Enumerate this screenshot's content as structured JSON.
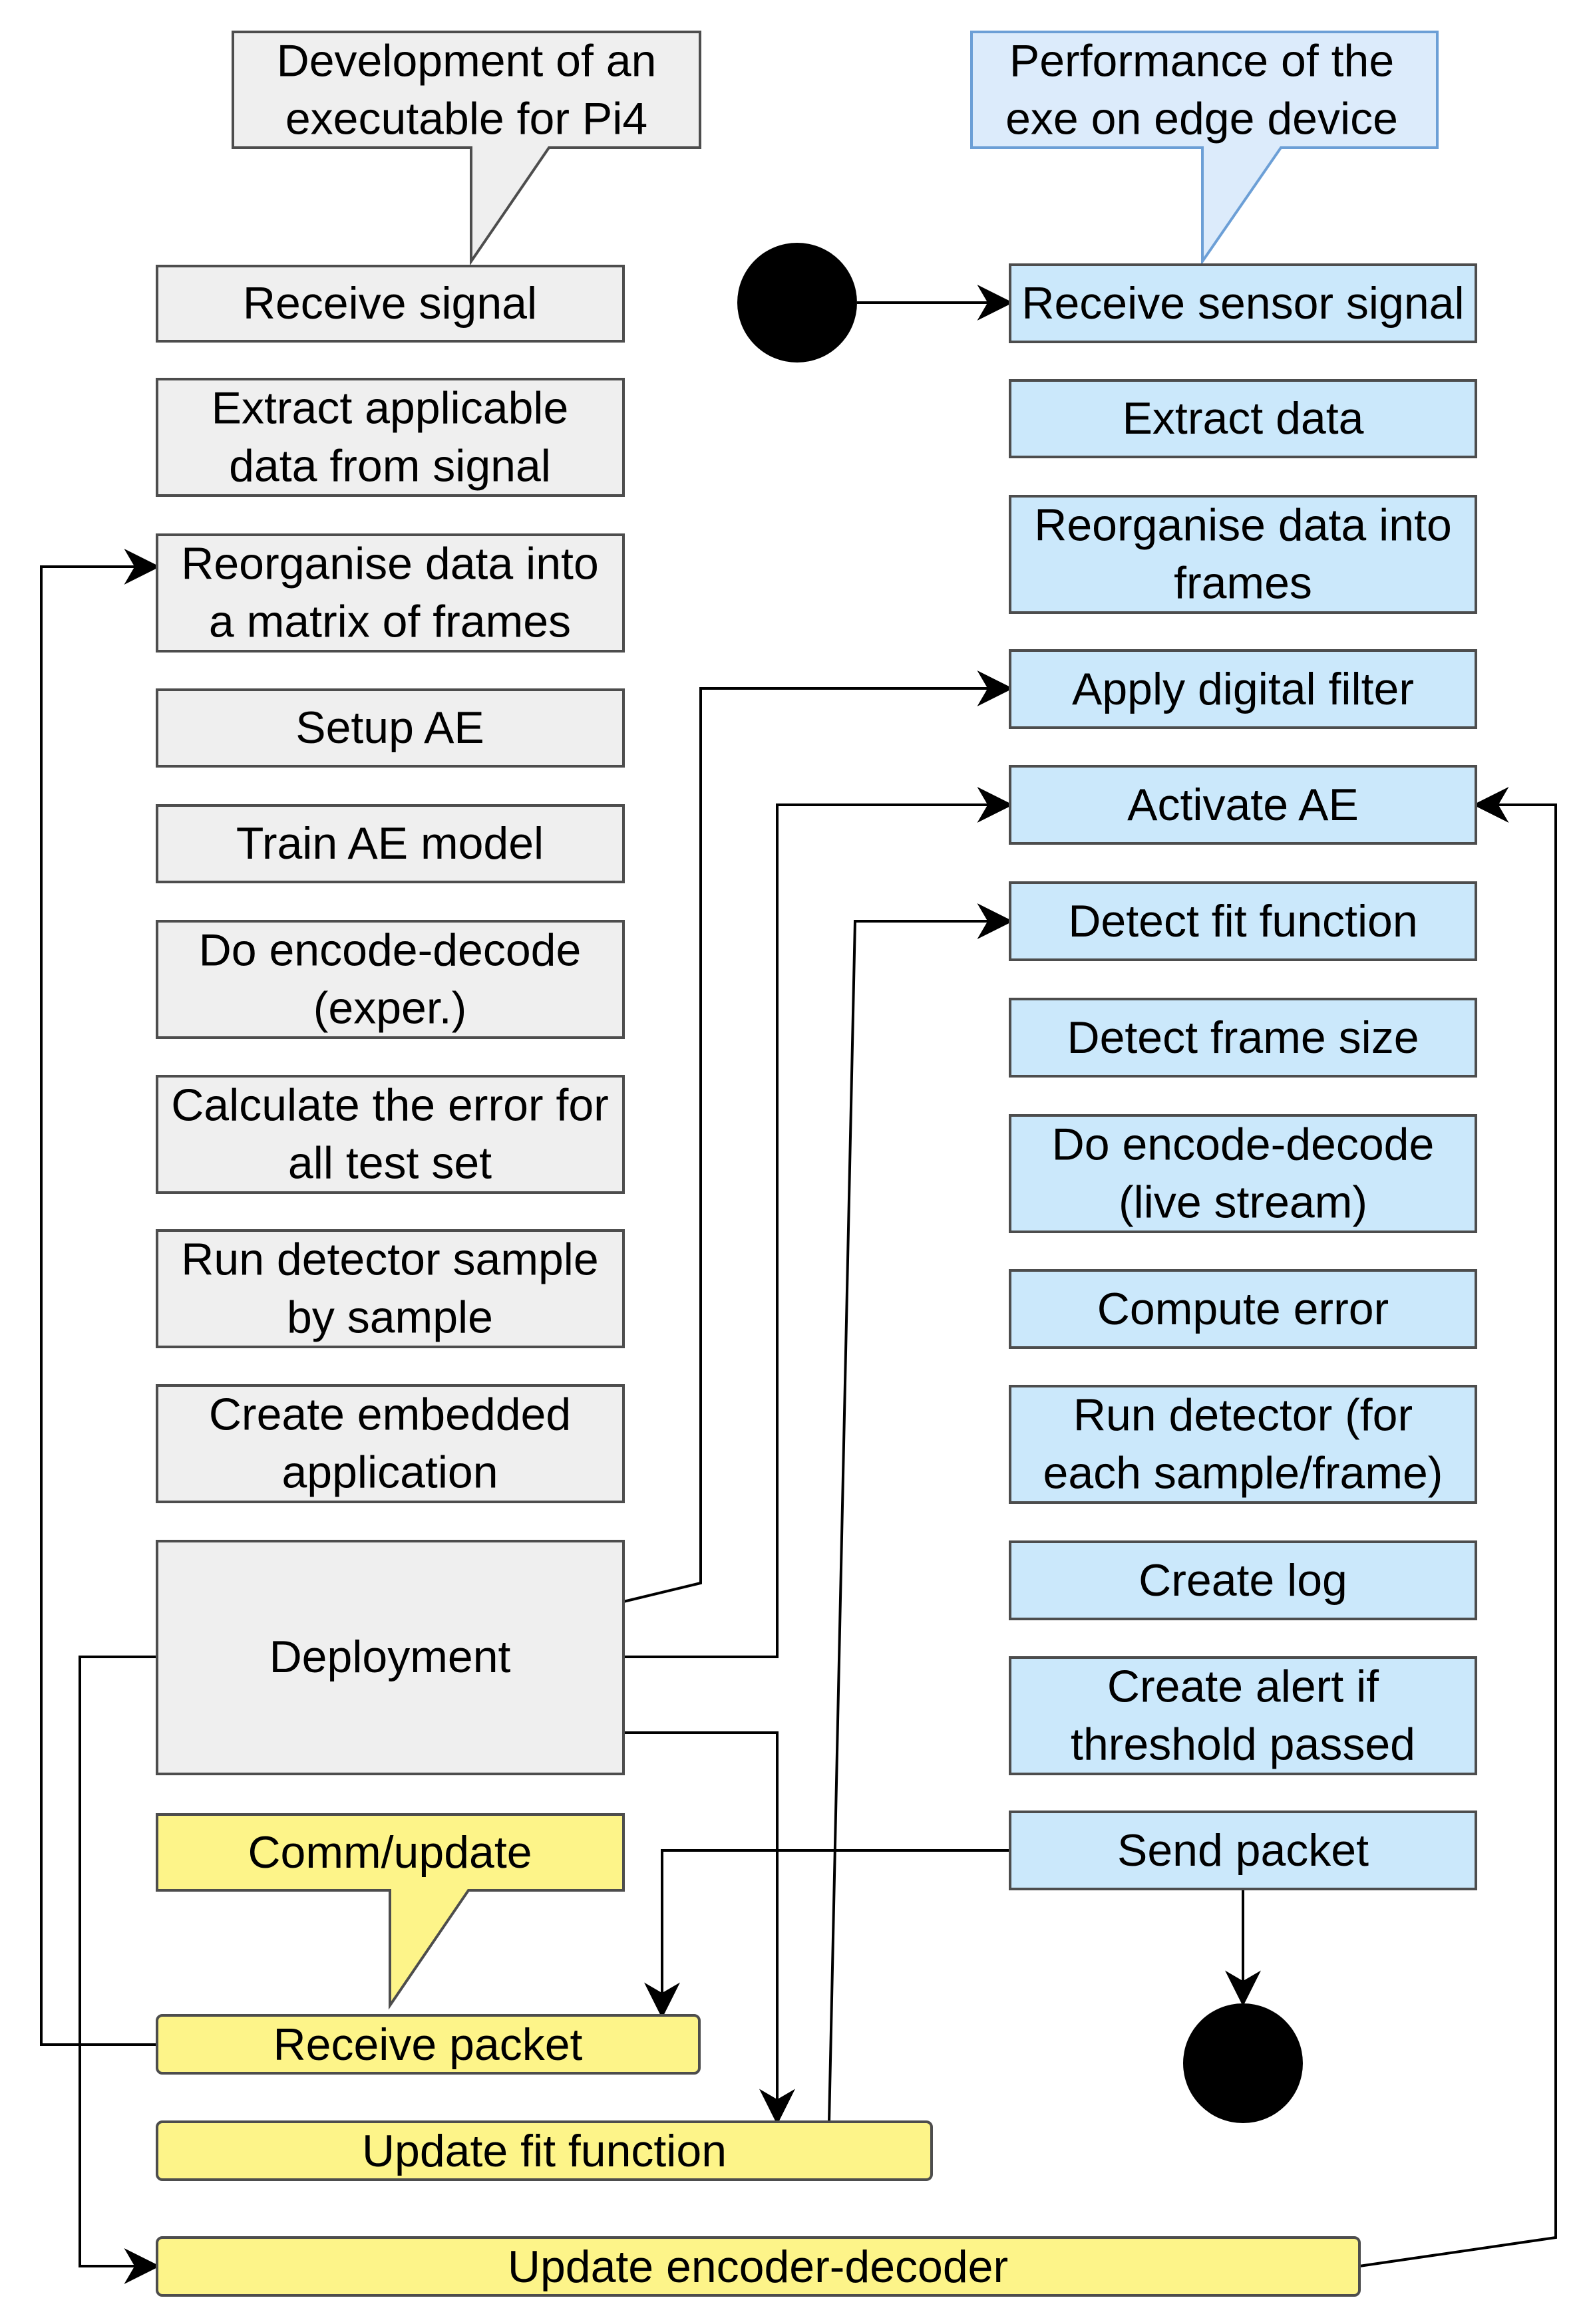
{
  "colors": {
    "gray_fill": "#efefef",
    "gray_stroke": "#4d4d4d",
    "blue_fill": "#cbe8fb",
    "blue_stroke": "#4d4d4d",
    "callout_blue_fill": "#dcebfb",
    "callout_blue_stroke": "#6c9fd6",
    "yellow_fill": "#fdf489",
    "yellow_stroke": "#4d4d4d",
    "line": "#000000",
    "node": "#000000"
  },
  "callouts": {
    "development": [
      "Development of an",
      "executable for Pi4"
    ],
    "performance": [
      "Performance of the",
      "exe on edge device"
    ],
    "comm": [
      "Comm/update"
    ]
  },
  "left_steps": {
    "receive_signal": [
      "Receive signal"
    ],
    "extract_data": [
      "Extract applicable",
      "data from signal"
    ],
    "reorganise": [
      "Reorganise data into",
      "a matrix of frames"
    ],
    "setup_ae": [
      "Setup AE"
    ],
    "train_ae": [
      "Train AE model"
    ],
    "encode_decode": [
      "Do encode-decode",
      "(exper.)"
    ],
    "calc_error": [
      "Calculate the error for",
      "all test set"
    ],
    "run_detector": [
      "Run detector sample",
      "by sample"
    ],
    "create_app": [
      "Create embedded",
      "application"
    ],
    "deployment": [
      "Deployment"
    ]
  },
  "right_steps": {
    "receive_sensor": [
      "Receive sensor signal"
    ],
    "extract_data": [
      "Extract data"
    ],
    "reorganise": [
      "Reorganise data into",
      "frames"
    ],
    "apply_filter": [
      "Apply digital filter"
    ],
    "activate_ae": [
      "Activate AE"
    ],
    "detect_fit": [
      "Detect fit function"
    ],
    "detect_frame": [
      "Detect frame size"
    ],
    "encode_decode": [
      "Do encode-decode",
      "(live stream)"
    ],
    "compute_error": [
      "Compute error"
    ],
    "run_detector": [
      "Run detector (for",
      "each sample/frame)"
    ],
    "create_log": [
      "Create log"
    ],
    "create_alert": [
      "Create alert if",
      "threshold passed"
    ],
    "send_packet": [
      "Send packet"
    ]
  },
  "comm_steps": {
    "receive_packet": [
      "Receive packet"
    ],
    "update_fit": [
      "Update fit function"
    ],
    "update_encoder": [
      "Update encoder-decoder"
    ]
  }
}
